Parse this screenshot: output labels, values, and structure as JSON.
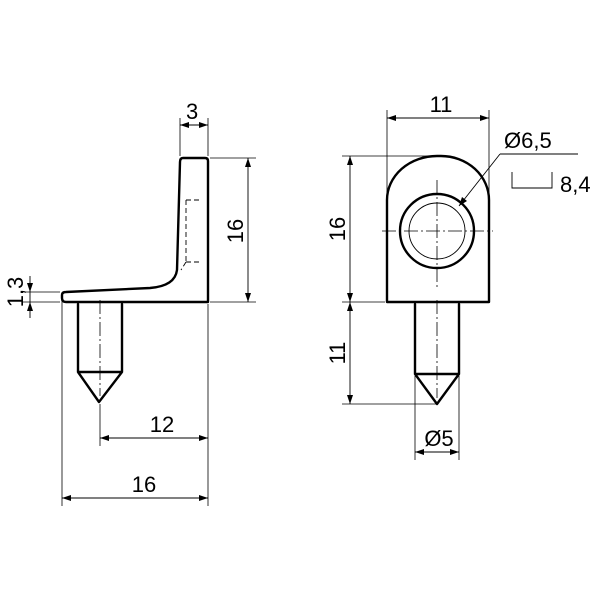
{
  "drawing": {
    "left_view": {
      "dim_top": "3",
      "dim_height": "16",
      "dim_thickness": "1,3",
      "dim_pin_length": "12",
      "dim_total_length": "16"
    },
    "right_view": {
      "dim_width": "11",
      "dim_hole": "Ø6,5",
      "dim_depth": "8,4",
      "dim_height": "16",
      "dim_pin_length": "11",
      "dim_pin_diameter": "Ø5"
    }
  }
}
